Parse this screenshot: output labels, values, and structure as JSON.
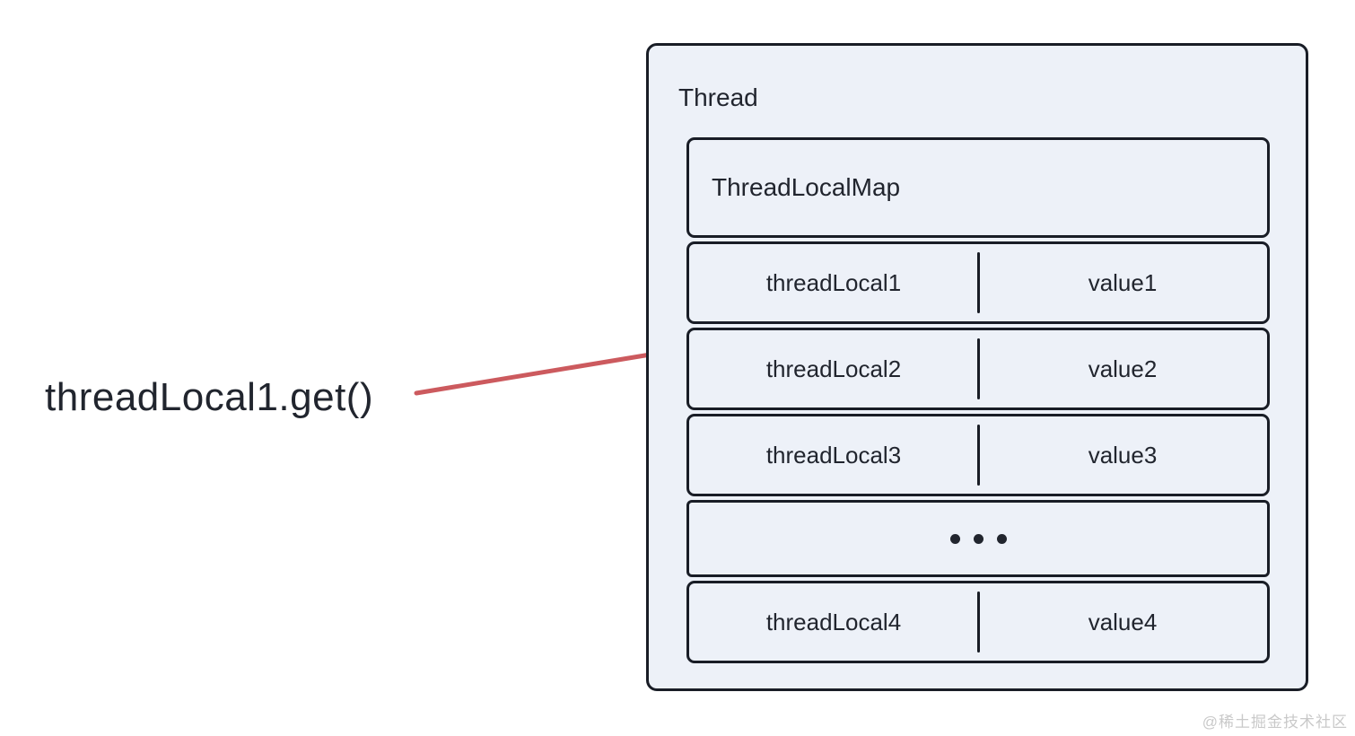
{
  "caller": {
    "label": "threadLocal1.get()"
  },
  "thread": {
    "title": "Thread",
    "map_title": "ThreadLocalMap",
    "fill_color": "#edf1f8",
    "border_color": "#191d26"
  },
  "entries": [
    {
      "key": "threadLocal1",
      "value": "value1"
    },
    {
      "key": "threadLocal2",
      "value": "value2"
    },
    {
      "key": "threadLocal3",
      "value": "value3"
    },
    {
      "key": "threadLocal4",
      "value": "value4"
    }
  ],
  "ellipsis": {
    "dots": 3
  },
  "arrow": {
    "color": "#cc5a5e",
    "from_label": "threadLocal1.get()",
    "points_to": "value1"
  },
  "watermark": {
    "text": "@稀土掘金技术社区",
    "color": "#c9c9c9"
  }
}
